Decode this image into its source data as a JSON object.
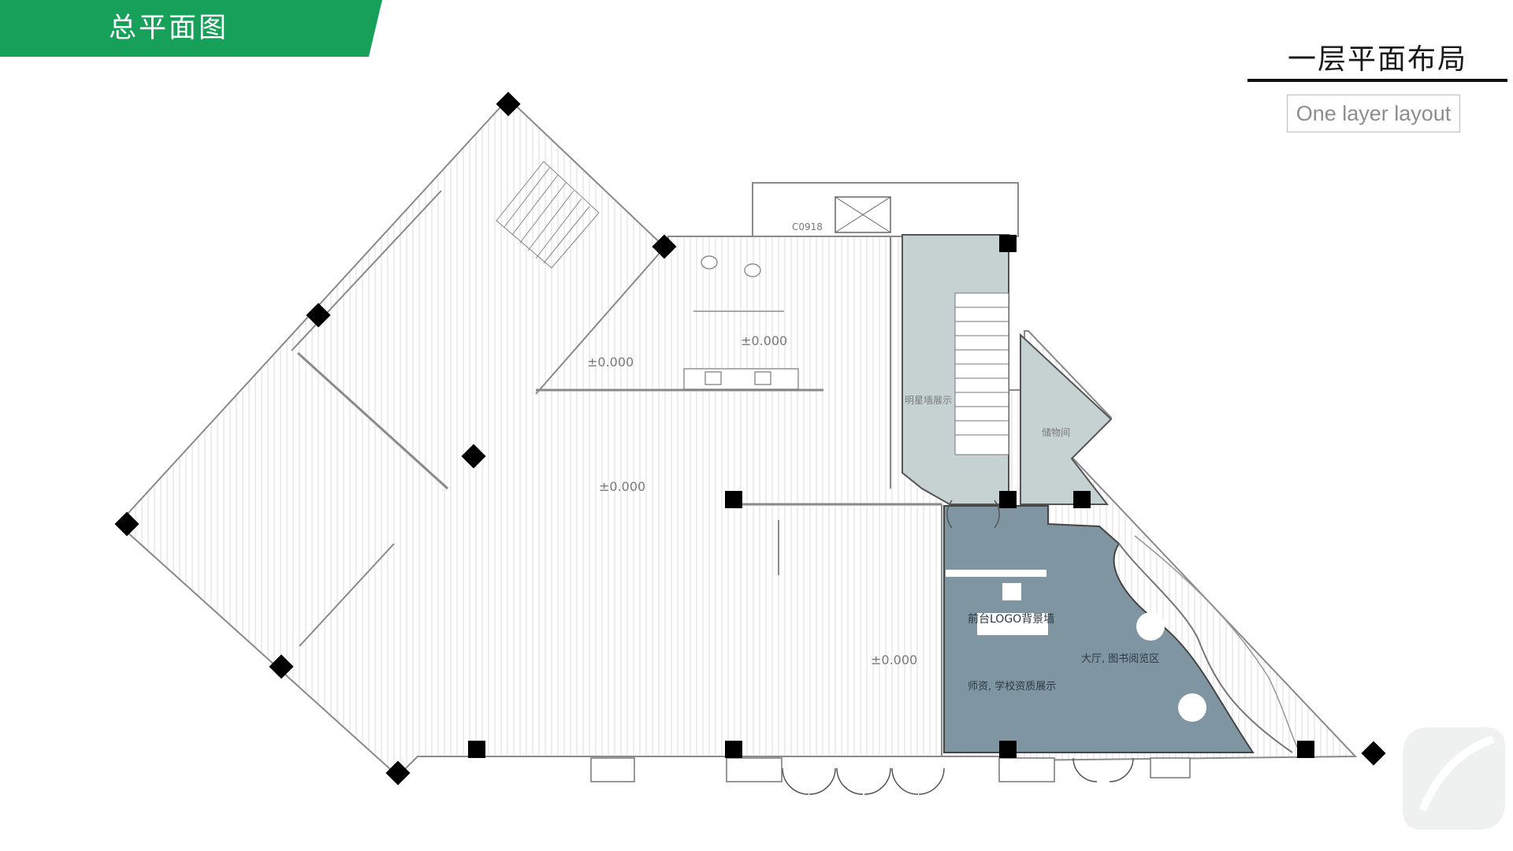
{
  "header": {
    "title": "总平面图",
    "band_color": "#17a05a"
  },
  "heading": {
    "cn": "一层平面布局",
    "en": "One layer layout"
  },
  "plan": {
    "elevation_marks": [
      "±0.000",
      "±0.000",
      "±0.000",
      "±0.000"
    ],
    "tag_code": "C0918",
    "room_labels": {
      "honor_wall": "明星墙展示",
      "storage": "储物间",
      "reception": "前台LOGO背景墙",
      "hall": "大厅, 图书阅览区",
      "exhibit": "师资, 学校资质展示"
    },
    "colors": {
      "grey_room": "#c6d2d2",
      "hall": "#7f96a2",
      "wall": "#8a8a8a",
      "column": "#000000"
    }
  }
}
